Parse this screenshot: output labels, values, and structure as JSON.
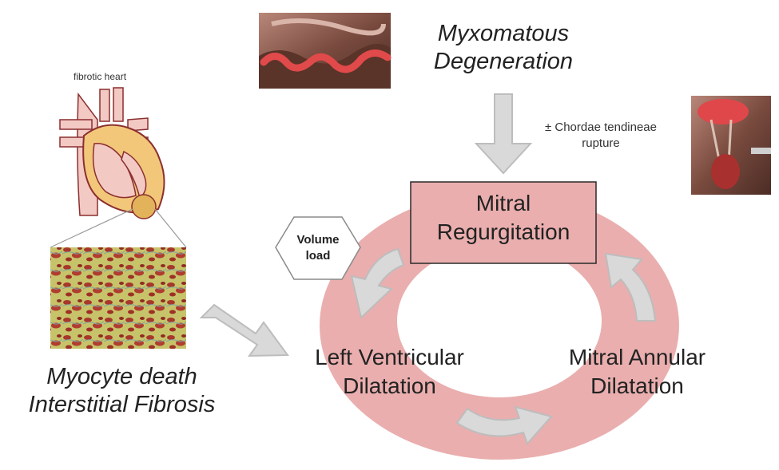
{
  "heart_caption": "fibrotic heart",
  "myxomatous": {
    "line1": "Myxomatous",
    "line2": "Degeneration"
  },
  "chordae": {
    "line1": "± Chordae tendineae",
    "line2": "rupture"
  },
  "volume_load": {
    "line1": "Volume",
    "line2": "load"
  },
  "mitral_regurgitation": {
    "line1": "Mitral",
    "line2": "Regurgitation"
  },
  "lv_dilatation": {
    "line1": "Left Ventricular",
    "line2": "Dilatation"
  },
  "annular_dilatation": {
    "line1": "Mitral Annular",
    "line2": "Dilatation"
  },
  "myocyte": {
    "line1": "Myocyte death",
    "line2": "Interstitial Fibrosis"
  },
  "colors": {
    "ring": "#eaaeae",
    "arrow_fill": "#d9d9d9",
    "arrow_stroke": "#bdbdbd",
    "heart_fill": "#f3c9c4",
    "heart_outline": "#8b2f2f",
    "histology_bg": "#c9c66a",
    "histology_cells": "#a5352a"
  }
}
